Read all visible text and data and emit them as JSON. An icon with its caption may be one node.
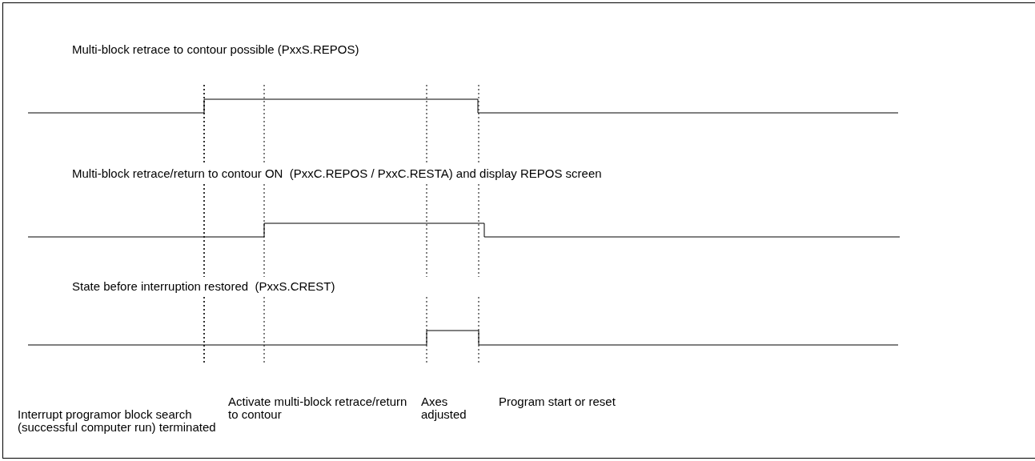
{
  "diagram": {
    "labels": [
      "Multi-block retrace to contour possible (PxxS.REPOS)",
      "Multi-block retrace/return to contour ON  (PxxC.REPOS / PxxC.RESTA) and display REPOS screen",
      "State before interruption restored  (PxxS.CREST)",
      "Interrupt programor block search (successful computer run) terminated",
      "Activate multi-block retrace/return to contour",
      "Axes adjusted",
      "Program start or reset"
    ]
  }
}
